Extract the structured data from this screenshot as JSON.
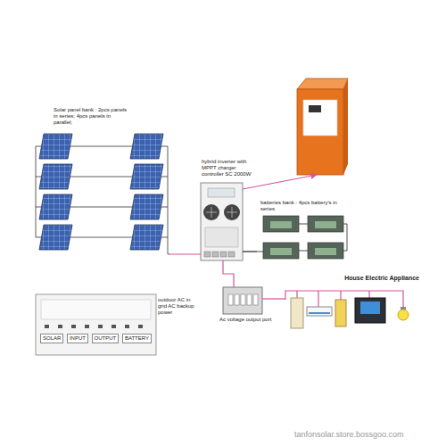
{
  "diagram": {
    "nodes": [
      {
        "text": [
          "Solar panel bank : 2pcs panels in series; 4pcs panels in parallel;"
        ]
      },
      {
        "text": [
          "hybrid inverter with MPPT charger controller SC 2000W"
        ]
      },
      {
        "text": [
          "outdoor AC in grid AC backup power"
        ]
      },
      {
        "text": [
          "batteries bank : 4pcs battery's in series"
        ]
      },
      {
        "text": [
          "SOLAR",
          "INPUT",
          "OUTPUT",
          "BATTERY"
        ]
      },
      {
        "text": [
          "Ac voltage output port"
        ]
      },
      {
        "text": [
          "House Electric Appliance"
        ]
      }
    ],
    "edges": [
      {
        "from": 0,
        "to": 2,
        "arrow": "none"
      },
      {
        "from": 3,
        "to": 2,
        "arrow": "none"
      },
      {
        "from": 2,
        "to": 1,
        "arrow": "to"
      },
      {
        "from": 2,
        "to": 5,
        "arrow": "none"
      },
      {
        "from": 5,
        "to": 6,
        "arrow": "none"
      }
    ],
    "labels": [
      "tanfonsolar.store.bossgoo.com"
    ]
  }
}
